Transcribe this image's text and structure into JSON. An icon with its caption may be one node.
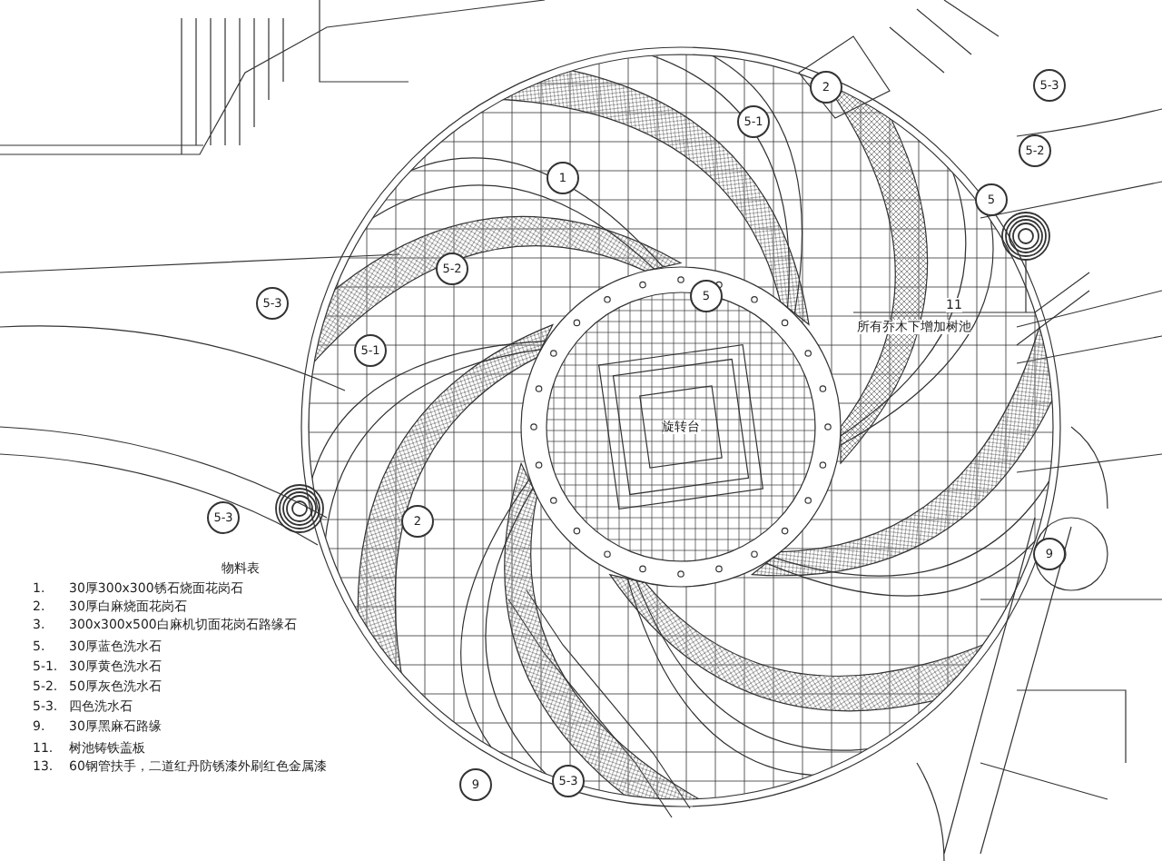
{
  "diagram": {
    "labels": [
      "2",
      "5-3",
      "5-1",
      "5-2",
      "1",
      "5",
      "5-2",
      "11",
      "所有乔木下增加树池",
      "5-3",
      "5",
      "5-1",
      "旋转台",
      "5-3",
      "2",
      "9",
      "物料表",
      "1.",
      "30厚300x300锈石烧面花岗石",
      "2.",
      "30厚白麻烧面花岗石",
      "3.",
      "300x300x500白麻机切面花岗石路缘石",
      "5.",
      "30厚蓝色洗水石",
      "5-1.",
      "30厚黄色洗水石",
      "5-2.",
      "50厚灰色洗水石",
      "5-3.",
      "四色洗水石",
      "9.",
      "30厚黑麻石路缘",
      "11.",
      "树池铸铁盖板",
      "13.",
      "60钢管扶手，二道红丹防锈漆外刷红色金属漆",
      "9",
      "5-3"
    ]
  }
}
